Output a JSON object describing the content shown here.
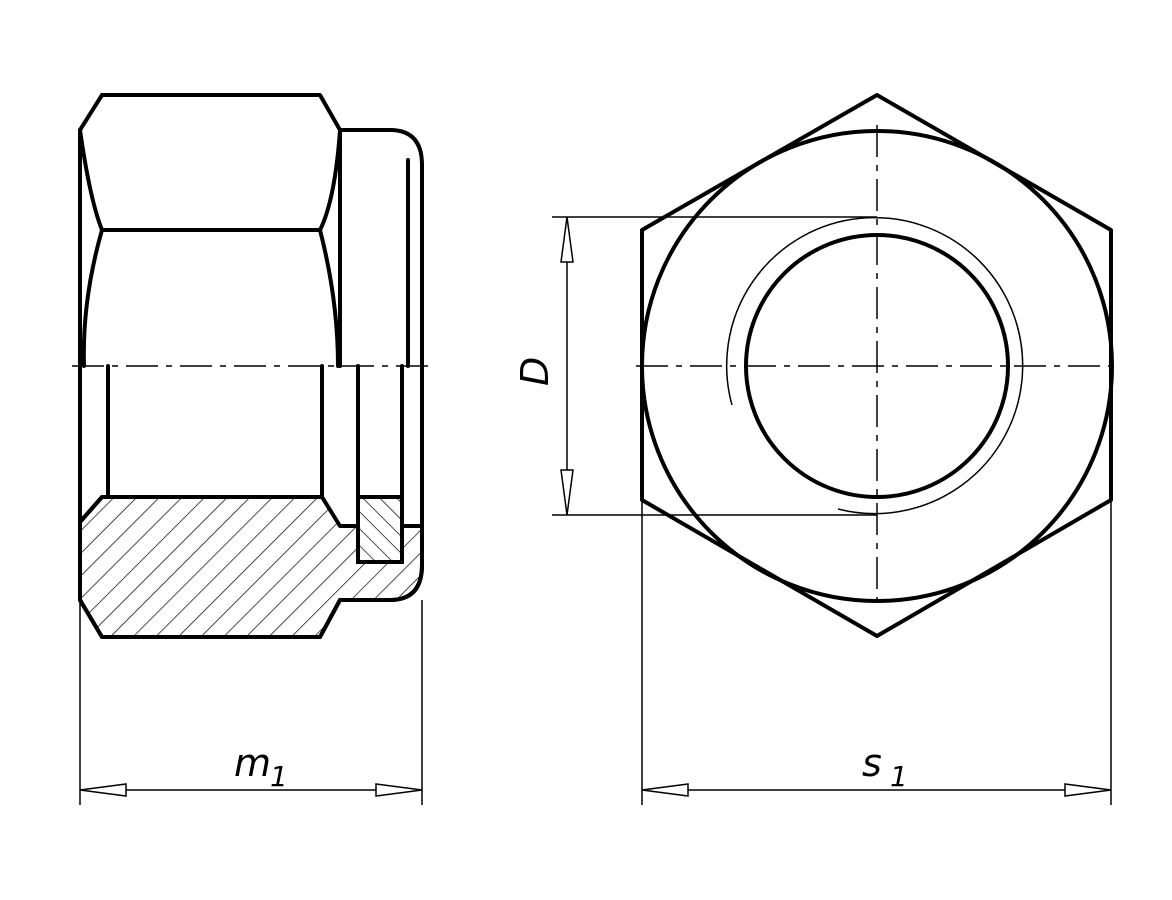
{
  "dimensions": {
    "m1": {
      "main": "m",
      "sub": "1"
    },
    "s1": {
      "main": "s",
      "sub": "1"
    },
    "D": {
      "main": "D"
    }
  }
}
